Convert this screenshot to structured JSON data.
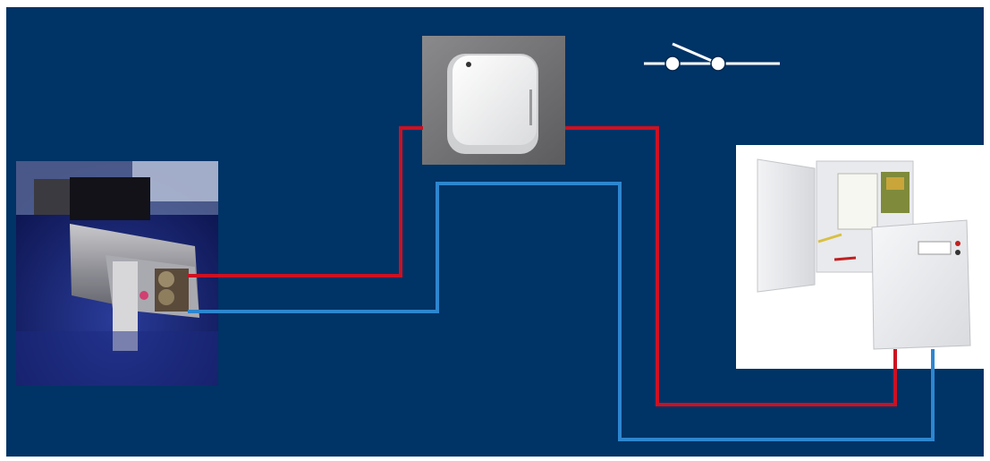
{
  "diagram": {
    "background_color": "#003366",
    "wire_colors": {
      "positive": "#cc1122",
      "negative": "#2d86cf"
    },
    "components": [
      {
        "id": "electric-strike",
        "kind": "photo"
      },
      {
        "id": "push-button",
        "kind": "photo"
      },
      {
        "id": "switch-symbol",
        "kind": "schematic"
      },
      {
        "id": "power-supply",
        "kind": "photo"
      }
    ],
    "connections": [
      {
        "from": "electric-strike",
        "to": "push-button",
        "wire": "positive"
      },
      {
        "from": "push-button",
        "to": "power-supply",
        "wire": "positive"
      },
      {
        "from": "electric-strike",
        "to": "power-supply",
        "wire": "negative"
      }
    ]
  }
}
